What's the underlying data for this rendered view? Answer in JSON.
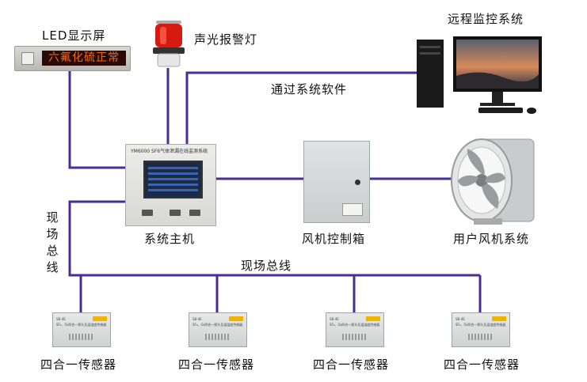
{
  "labels": {
    "led_display": "LED显示屏",
    "alarm_light": "声光报警灯",
    "remote_monitor": "远程监控系统",
    "via_software": "通过系统软件",
    "main_unit": "系统主机",
    "fan_control_box": "风机控制箱",
    "user_fan_system": "用户风机系统",
    "field_bus_vertical": "现场总线",
    "field_bus": "现场总线",
    "sensor_1": "四合一传感器",
    "sensor_2": "四合一传感器",
    "sensor_3": "四合一传感器",
    "sensor_4": "四合一传感器"
  },
  "led_text": "六氟化硫正常",
  "host_title": "YM6000 SF6气体泄漏在线监测系统",
  "sensor_tag_1": "SB-4E",
  "sensor_tag_2": "SF₆、O₂四合一探头及温湿度传感器",
  "colors": {
    "wire": "#4a2d94",
    "led_text": "#f06a16"
  }
}
